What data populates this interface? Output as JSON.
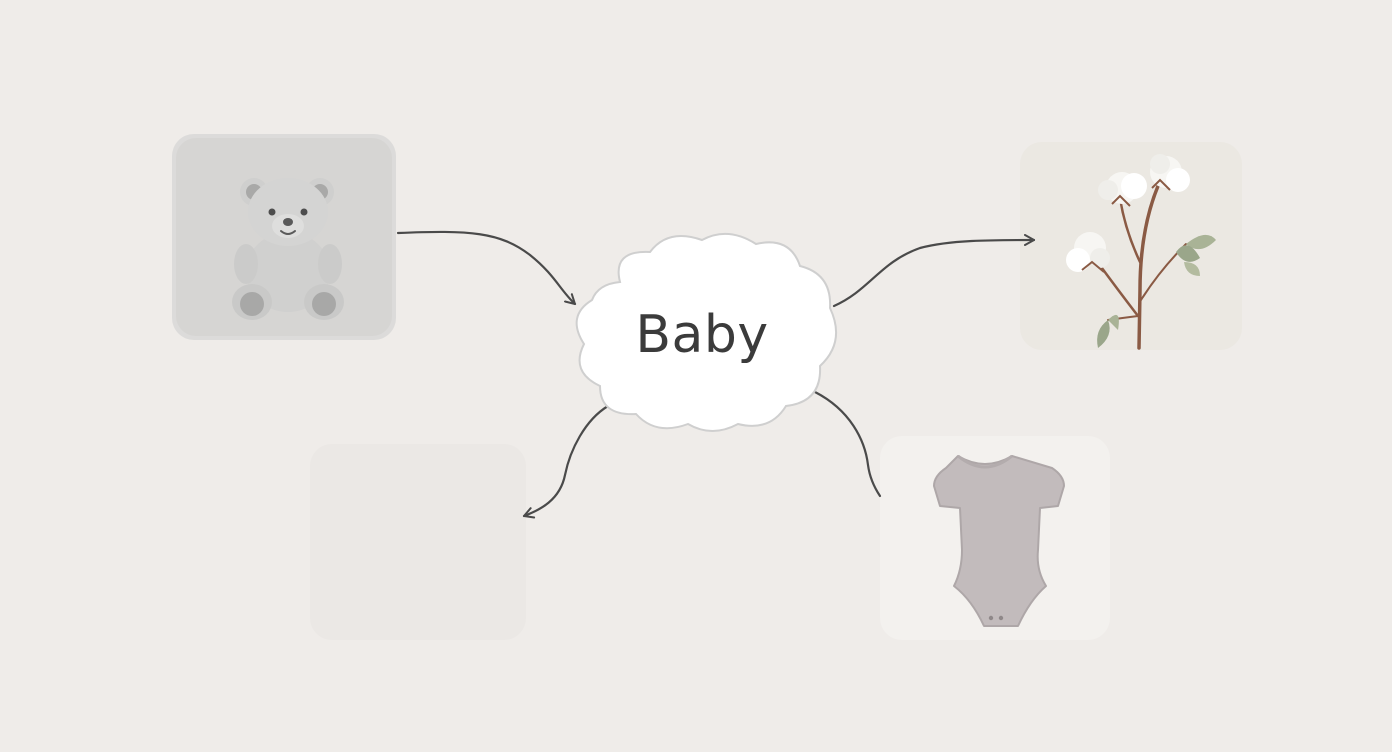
{
  "center": {
    "label": "Baby"
  },
  "tiles": [
    {
      "id": "teddy-bear",
      "icon": "teddy-bear-icon"
    },
    {
      "id": "cotton-plant",
      "icon": "cotton-plant-icon"
    },
    {
      "id": "blank"
    },
    {
      "id": "baby-onesie",
      "icon": "onesie-icon"
    }
  ],
  "colors": {
    "background": "#efece9",
    "arrow": "#4a4a4a",
    "cloud_fill": "#ffffff",
    "cloud_stroke": "#cfcfcf",
    "text": "#3b3b3b"
  }
}
